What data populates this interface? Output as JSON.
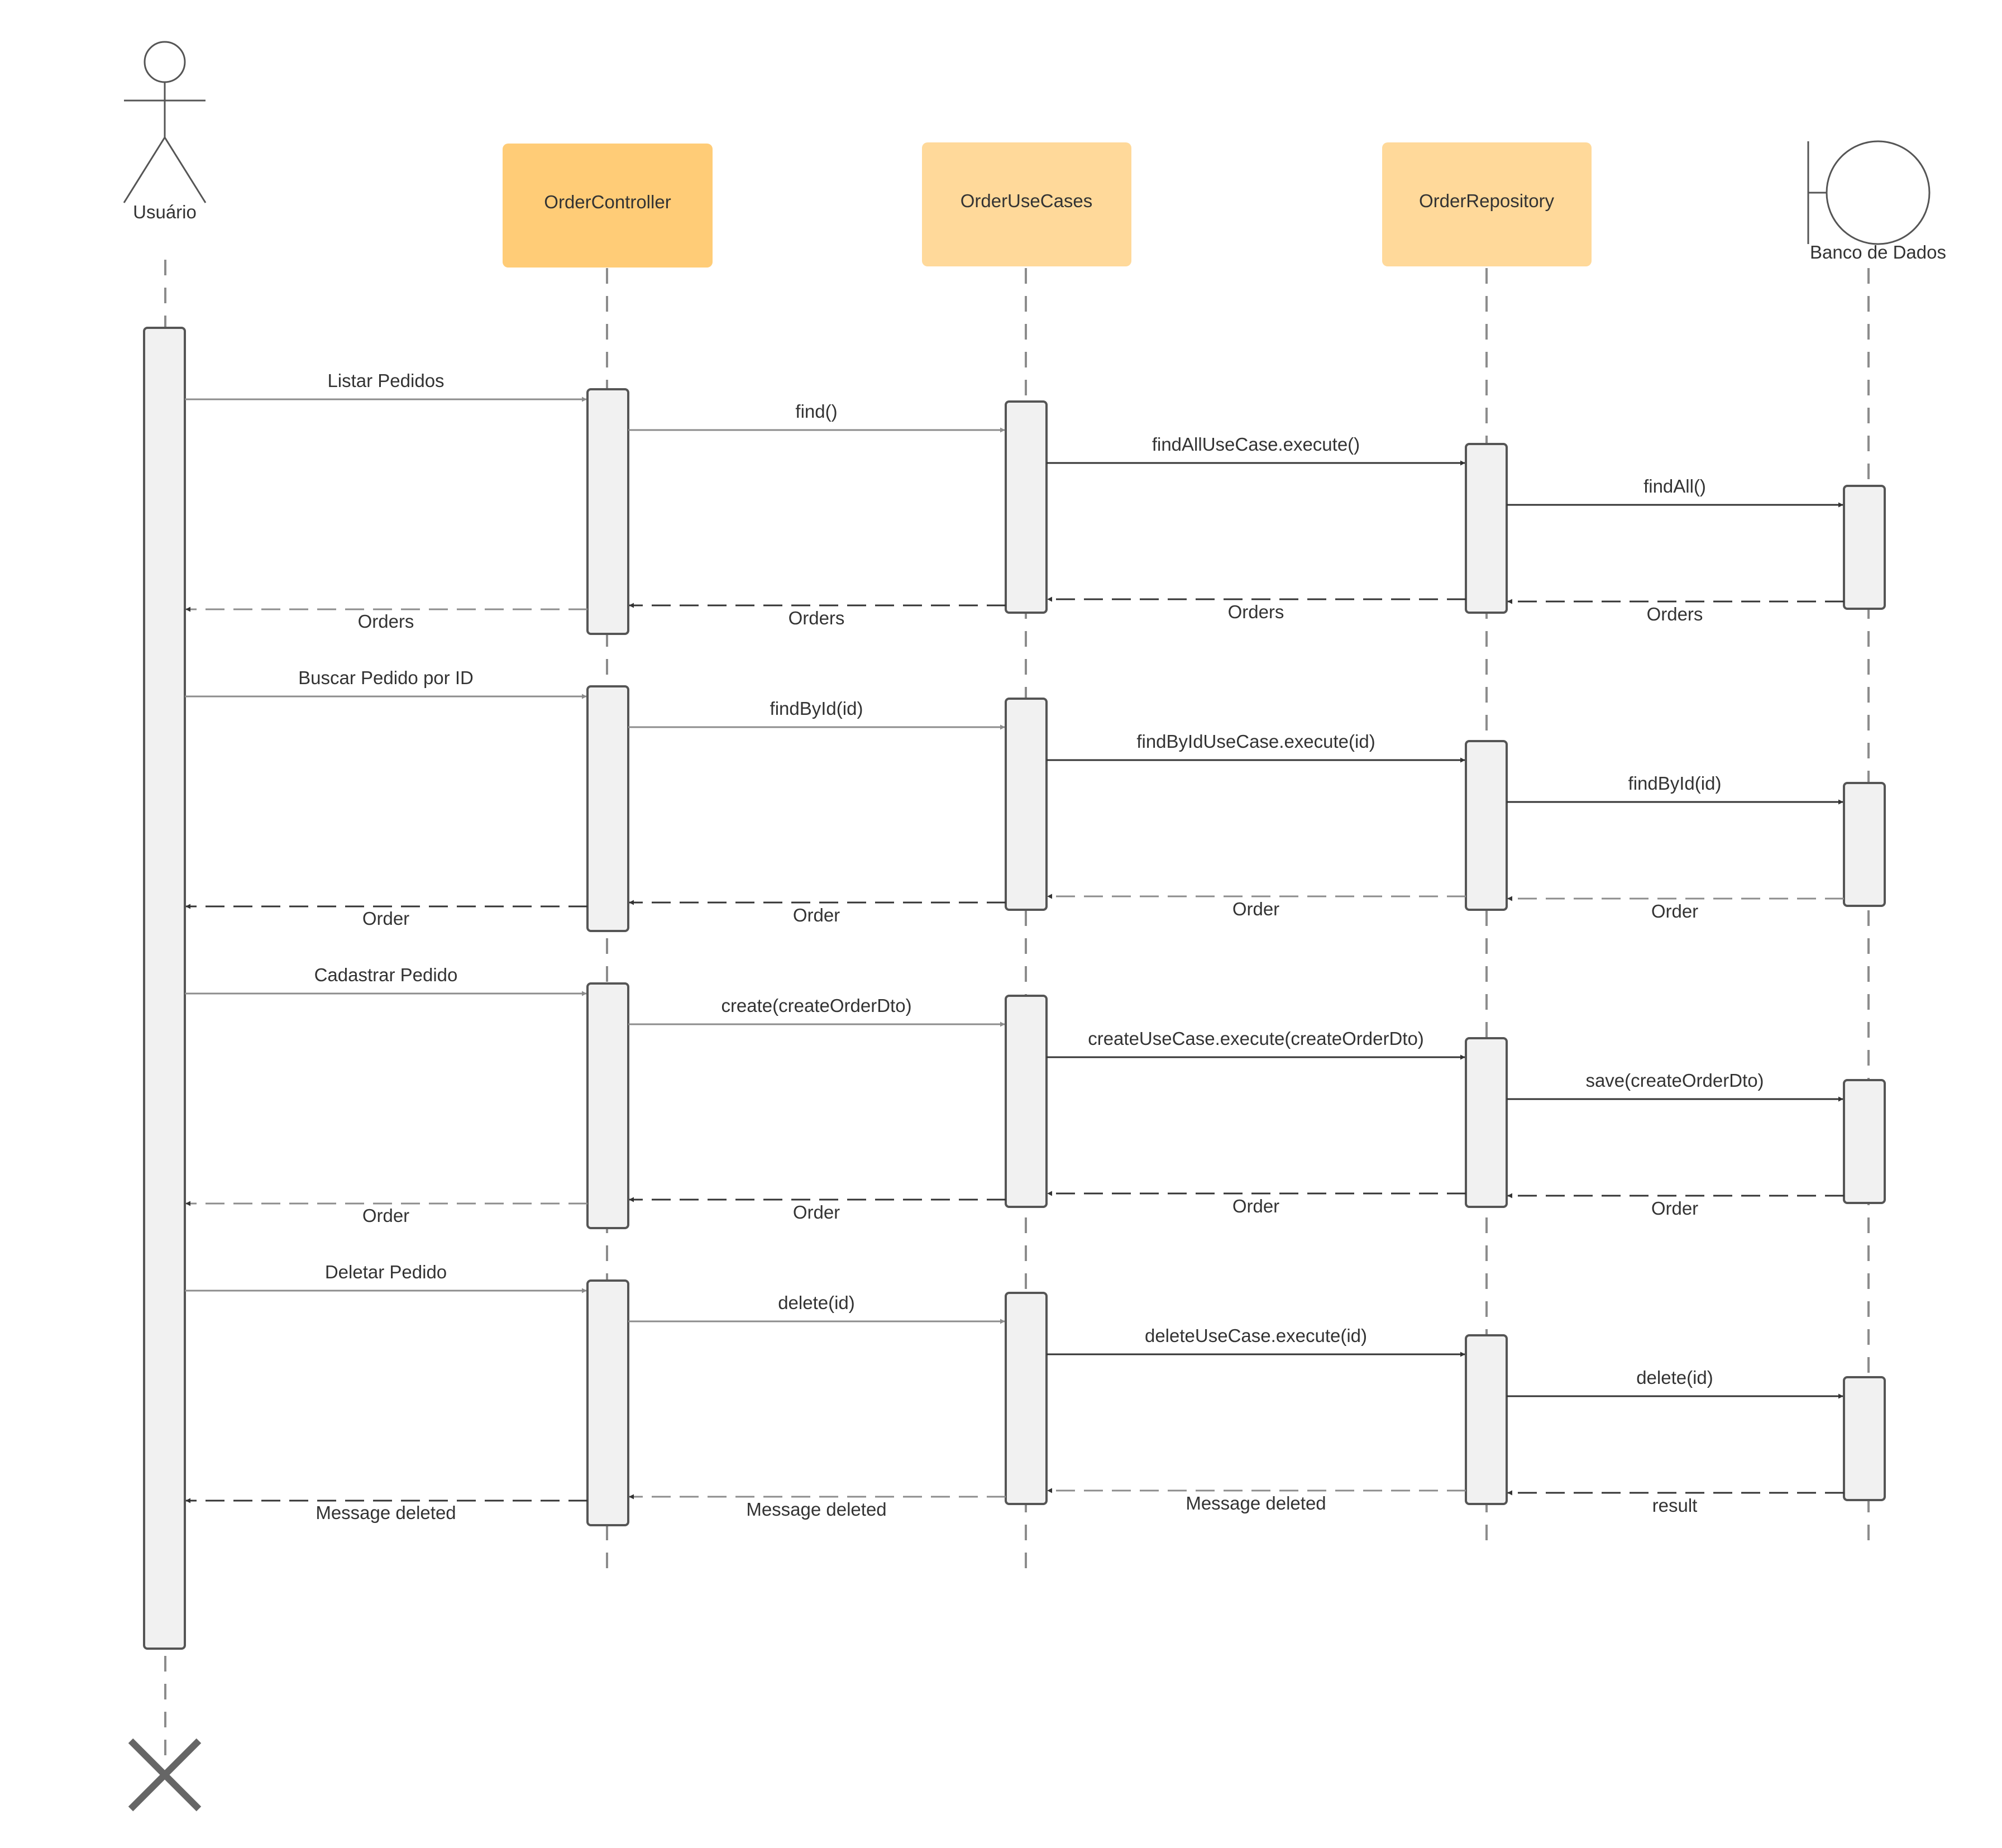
{
  "participants": [
    {
      "id": "user",
      "kind": "actor",
      "label": "Usuário"
    },
    {
      "id": "controller",
      "kind": "box",
      "label": "OrderController",
      "color": "#FFCC77"
    },
    {
      "id": "usecases",
      "kind": "box",
      "label": "OrderUseCases",
      "color": "#FFD99A"
    },
    {
      "id": "repository",
      "kind": "box",
      "label": "OrderRepository",
      "color": "#FFD99A"
    },
    {
      "id": "database",
      "kind": "boundary",
      "label": "Banco de Dados"
    }
  ],
  "sequences": [
    {
      "name": "listar",
      "calls": [
        "Listar Pedidos",
        "find()",
        "findAllUseCase.execute()",
        "findAll()"
      ],
      "returns": [
        "Orders",
        "Orders",
        "Orders",
        "Orders"
      ]
    },
    {
      "name": "buscar",
      "calls": [
        "Buscar Pedido por ID",
        "findById(id)",
        "findByIdUseCase.execute(id)",
        "findById(id)"
      ],
      "returns": [
        "Order",
        "Order",
        "Order",
        "Order"
      ]
    },
    {
      "name": "cadastrar",
      "calls": [
        "Cadastrar Pedido",
        "create(createOrderDto)",
        "createUseCase.execute(createOrderDto)",
        "save(createOrderDto)"
      ],
      "returns": [
        "Order",
        "Order",
        "Order",
        "Order"
      ]
    },
    {
      "name": "deletar",
      "calls": [
        "Deletar Pedido",
        "delete(id)",
        "deleteUseCase.execute(id)",
        "delete(id)"
      ],
      "returns": [
        "Message deleted",
        "Message deleted",
        "Message deleted",
        "result"
      ]
    }
  ],
  "destroy": {
    "participant": "user",
    "icon": "destroy-x-icon"
  },
  "colors": {
    "line": "#555555",
    "lifeline": "#8c8c8c",
    "activation_fill": "#f1f1f1"
  }
}
